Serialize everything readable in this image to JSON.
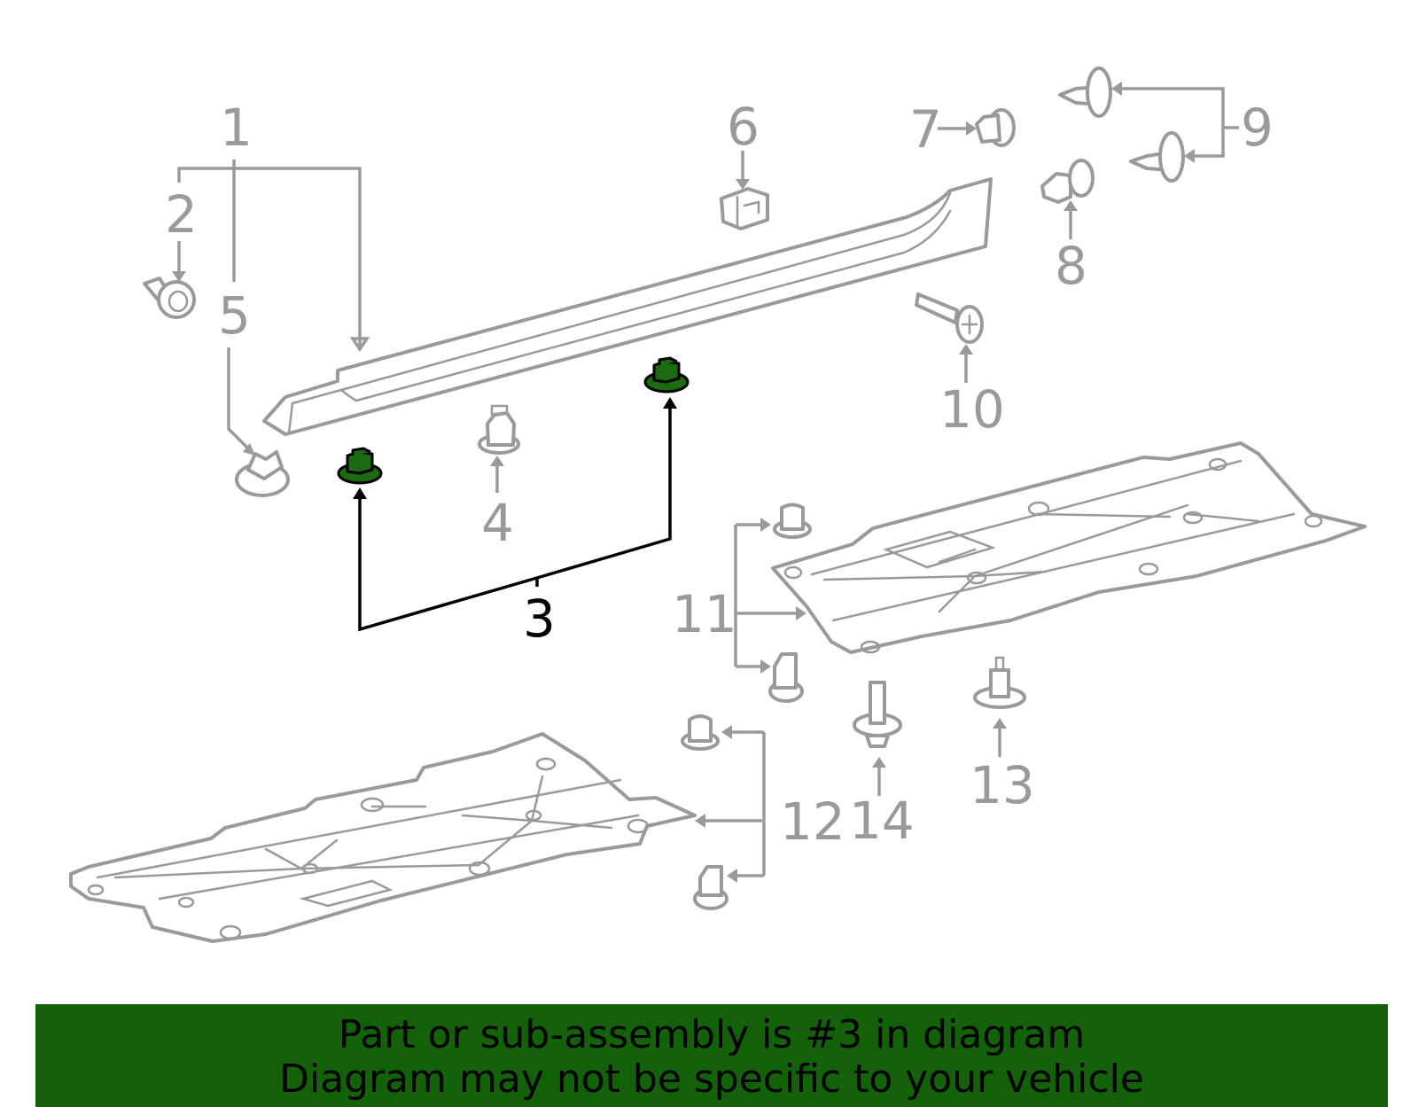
{
  "callouts": {
    "c1": "1",
    "c2": "2",
    "c3": "3",
    "c4": "4",
    "c5": "5",
    "c6": "6",
    "c7": "7",
    "c8": "8",
    "c9": "9",
    "c10": "10",
    "c11": "11",
    "c12": "12",
    "c13": "13",
    "c14": "14"
  },
  "highlighted_part": "3",
  "banner": {
    "line1": "Part or sub-assembly is #3 in diagram",
    "line2": "Diagram may not be specific to your vehicle"
  },
  "colors": {
    "highlight": "#1c6a12",
    "banner": "#13620a",
    "linework": "#9a9a9a"
  }
}
